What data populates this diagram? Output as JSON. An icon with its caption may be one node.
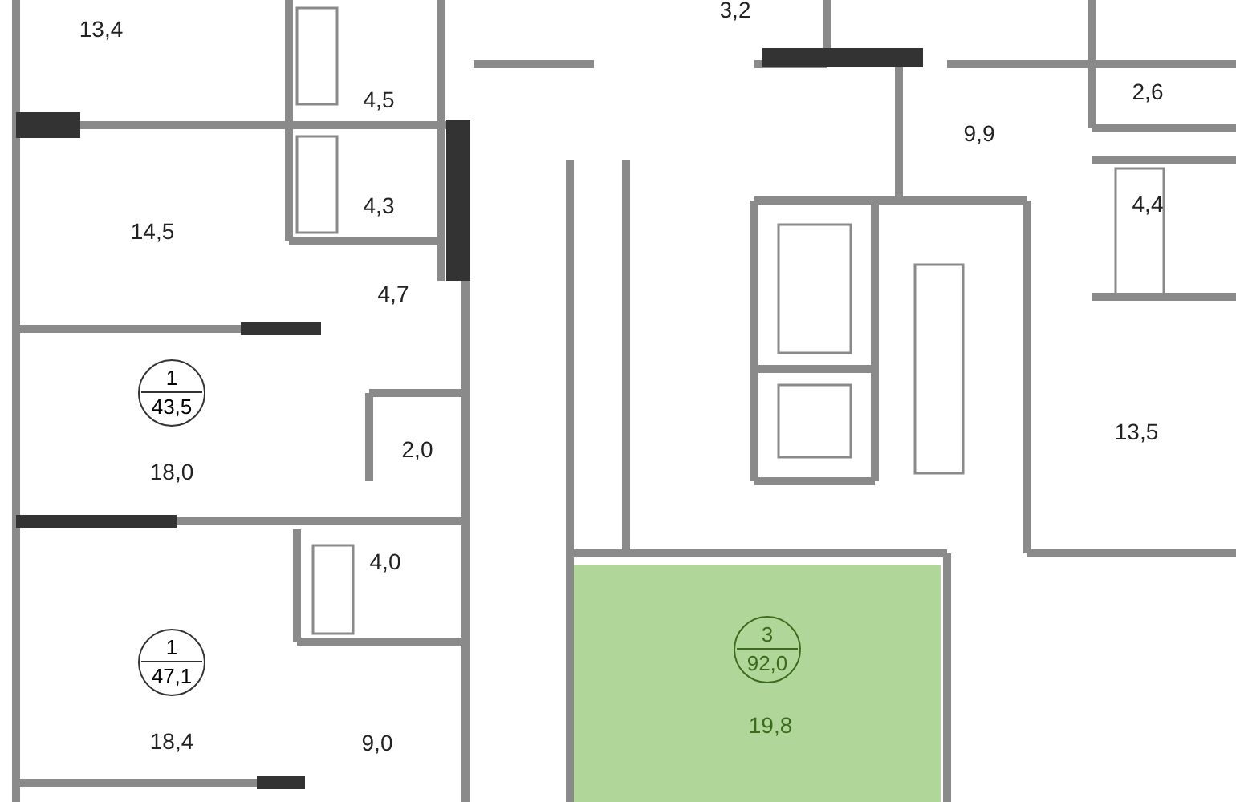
{
  "diagram": {
    "nodes": [
      {
        "text": [
          "1",
          "43,5"
        ]
      },
      {
        "text": [
          "1",
          "47,1"
        ]
      },
      {
        "text": [
          "3",
          "92,0"
        ]
      }
    ],
    "labels": [
      "13,4",
      "3,2",
      "4,5",
      "2,6",
      "9,9",
      "14,5",
      "4,3",
      "4,4",
      "4,7",
      "18,0",
      "2,0",
      "13,5",
      "4,0",
      "18,4",
      "19,8",
      "9,0"
    ]
  }
}
